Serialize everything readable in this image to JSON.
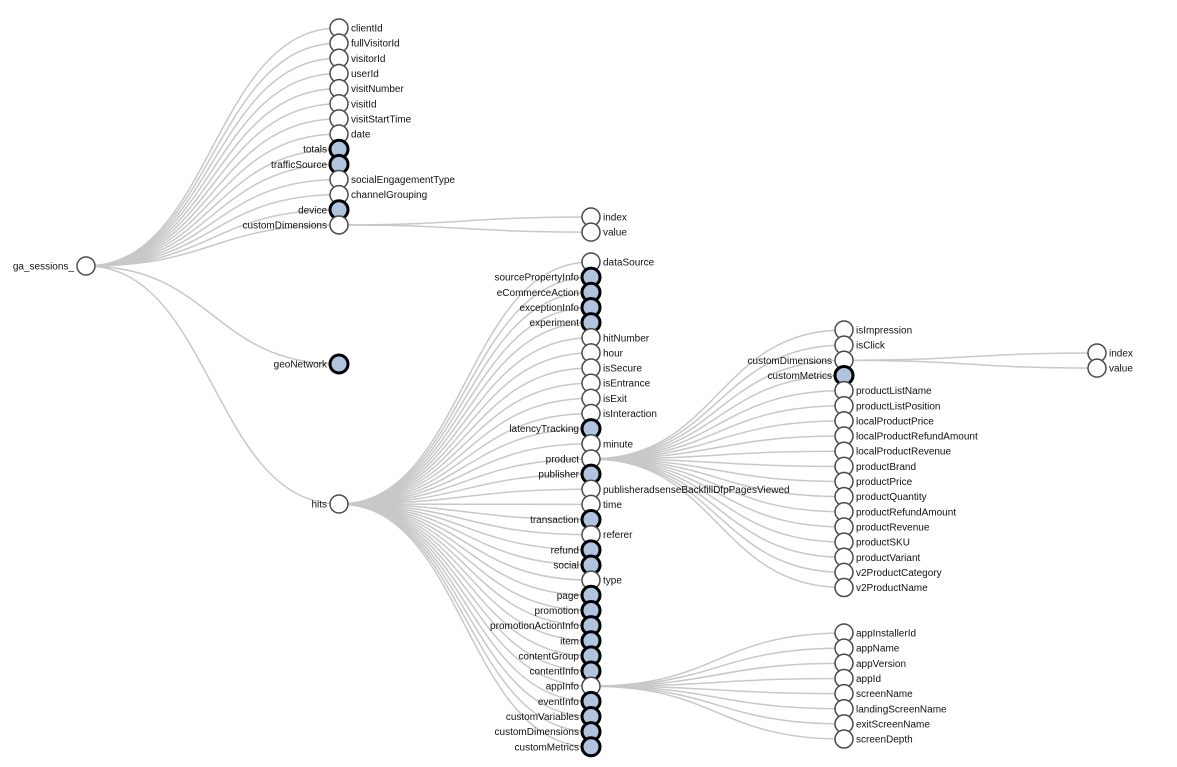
{
  "tree": {
    "name": "ga_sessions_",
    "children": [
      {
        "name": "clientId"
      },
      {
        "name": "fullVisitorId"
      },
      {
        "name": "visitorId"
      },
      {
        "name": "userId"
      },
      {
        "name": "visitNumber"
      },
      {
        "name": "visitId"
      },
      {
        "name": "visitStartTime"
      },
      {
        "name": "date"
      },
      {
        "name": "totals",
        "collapsed": true
      },
      {
        "name": "trafficSource",
        "collapsed": true
      },
      {
        "name": "socialEngagementType"
      },
      {
        "name": "channelGrouping"
      },
      {
        "name": "device",
        "collapsed": true
      },
      {
        "name": "customDimensions",
        "children": [
          {
            "name": "index"
          },
          {
            "name": "value"
          }
        ]
      },
      {
        "name": "geoNetwork",
        "collapsed": true
      },
      {
        "name": "hits",
        "children": [
          {
            "name": "dataSource"
          },
          {
            "name": "sourcePropertyInfo",
            "collapsed": true
          },
          {
            "name": "eCommerceAction",
            "collapsed": true
          },
          {
            "name": "exceptionInfo",
            "collapsed": true
          },
          {
            "name": "experiment",
            "collapsed": true
          },
          {
            "name": "hitNumber"
          },
          {
            "name": "hour"
          },
          {
            "name": "isSecure"
          },
          {
            "name": "isEntrance"
          },
          {
            "name": "isExit"
          },
          {
            "name": "isInteraction"
          },
          {
            "name": "latencyTracking",
            "collapsed": true
          },
          {
            "name": "minute"
          },
          {
            "name": "product",
            "children": [
              {
                "name": "isImpression"
              },
              {
                "name": "isClick"
              },
              {
                "name": "customDimensions",
                "children": [
                  {
                    "name": "index"
                  },
                  {
                    "name": "value"
                  }
                ]
              },
              {
                "name": "customMetrics",
                "collapsed": true
              },
              {
                "name": "productListName"
              },
              {
                "name": "productListPosition"
              },
              {
                "name": "localProductPrice"
              },
              {
                "name": "localProductRefundAmount"
              },
              {
                "name": "localProductRevenue"
              },
              {
                "name": "productBrand"
              },
              {
                "name": "productPrice"
              },
              {
                "name": "productQuantity"
              },
              {
                "name": "productRefundAmount"
              },
              {
                "name": "productRevenue"
              },
              {
                "name": "productSKU"
              },
              {
                "name": "productVariant"
              },
              {
                "name": "v2ProductCategory"
              },
              {
                "name": "v2ProductName"
              }
            ]
          },
          {
            "name": "publisher",
            "collapsed": true
          },
          {
            "name": "publisheradsenseBackfillDfpPagesViewed"
          },
          {
            "name": "time"
          },
          {
            "name": "transaction",
            "collapsed": true
          },
          {
            "name": "referer"
          },
          {
            "name": "refund",
            "collapsed": true
          },
          {
            "name": "social",
            "collapsed": true
          },
          {
            "name": "type"
          },
          {
            "name": "page",
            "collapsed": true
          },
          {
            "name": "promotion",
            "collapsed": true
          },
          {
            "name": "promotionActionInfo",
            "collapsed": true
          },
          {
            "name": "item",
            "collapsed": true
          },
          {
            "name": "contentGroup",
            "collapsed": true
          },
          {
            "name": "contentInfo",
            "collapsed": true
          },
          {
            "name": "appInfo",
            "children": [
              {
                "name": "appInstallerId"
              },
              {
                "name": "appName"
              },
              {
                "name": "appVersion"
              },
              {
                "name": "appId"
              },
              {
                "name": "screenName"
              },
              {
                "name": "landingScreenName"
              },
              {
                "name": "exitScreenName"
              },
              {
                "name": "screenDepth"
              }
            ]
          },
          {
            "name": "eventInfo",
            "collapsed": true
          },
          {
            "name": "customVariables",
            "collapsed": true
          },
          {
            "name": "customDimensions",
            "collapsed": true
          },
          {
            "name": "customMetrics",
            "collapsed": true
          }
        ]
      }
    ]
  },
  "colors": {
    "link": "#c8c8c8",
    "collapsed_fill": "#b0c4de",
    "node_fill": "#ffffff"
  }
}
